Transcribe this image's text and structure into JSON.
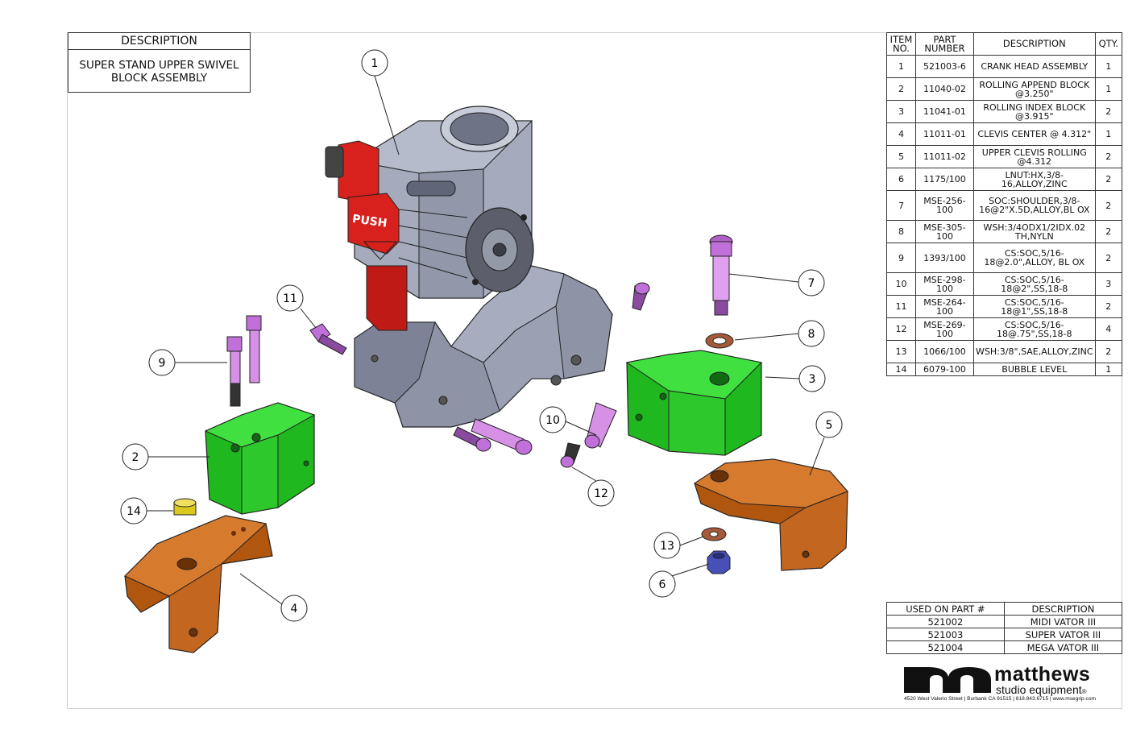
{
  "title_block": {
    "header": "DESCRIPTION",
    "line1": "SUPER STAND UPPER SWIVEL",
    "line2": "BLOCK ASSEMBLY"
  },
  "bom": {
    "headers": {
      "item": "ITEM NO.",
      "part": "PART NUMBER",
      "desc": "DESCRIPTION",
      "qty": "QTY."
    },
    "rows": [
      {
        "item": "1",
        "part": "521003-6",
        "desc": "CRANK HEAD ASSEMBLY",
        "qty": "1"
      },
      {
        "item": "2",
        "part": "11040-02",
        "desc": "ROLLING APPEND BLOCK @3.250\"",
        "qty": "1"
      },
      {
        "item": "3",
        "part": "11041-01",
        "desc": "ROLLING INDEX BLOCK @3.915\"",
        "qty": "2"
      },
      {
        "item": "4",
        "part": "11011-01",
        "desc": "CLEVIS CENTER @ 4.312\"",
        "qty": "1"
      },
      {
        "item": "5",
        "part": "11011-02",
        "desc": "UPPER CLEVIS ROLLING @4.312",
        "qty": "2"
      },
      {
        "item": "6",
        "part": "1175/100",
        "desc": "LNUT:HX,3/8-16,ALLOY,ZINC",
        "qty": "2"
      },
      {
        "item": "7",
        "part": "MSE-256-100",
        "desc": "SOC:SHOULDER,3/8-16@2\"X.5D,ALLOY,BL OX",
        "qty": "2"
      },
      {
        "item": "8",
        "part": "MSE-305-100",
        "desc": "WSH:3/4ODX1/2IDX.02 TH,NYLN",
        "qty": "2"
      },
      {
        "item": "9",
        "part": "1393/100",
        "desc": "CS:SOC,5/16-18@2.0\",ALLOY, BL OX",
        "qty": "2"
      },
      {
        "item": "10",
        "part": "MSE-298-100",
        "desc": "CS:SOC,5/16-18@2\",SS,18-8",
        "qty": "3"
      },
      {
        "item": "11",
        "part": "MSE-264-100",
        "desc": "CS:SOC,5/16-18@1\",SS,18-8",
        "qty": "2"
      },
      {
        "item": "12",
        "part": "MSE-269-100",
        "desc": "CS:SOC,5/16-18@.75\",SS,18-8",
        "qty": "4"
      },
      {
        "item": "13",
        "part": "1066/100",
        "desc": "WSH:3/8\",SAE,ALLOY,ZINC",
        "qty": "2"
      },
      {
        "item": "14",
        "part": "6079-100",
        "desc": "BUBBLE LEVEL",
        "qty": "1"
      }
    ]
  },
  "used_on": {
    "headers": {
      "part": "USED ON PART #",
      "desc": "DESCRIPTION"
    },
    "rows": [
      {
        "part": "521002",
        "desc": "MIDI VATOR III"
      },
      {
        "part": "521003",
        "desc": "SUPER VATOR III"
      },
      {
        "part": "521004",
        "desc": "MEGA VATOR III"
      }
    ]
  },
  "logo": {
    "name": "matthews",
    "sub": "studio equipment",
    "reg": "®",
    "address": "4520 West Valerio Street  |  Burbank CA 91515  |  818.843.6715  |  www.msegrip.com"
  },
  "button_label": "PUSH",
  "callouts": [
    "1",
    "2",
    "3",
    "4",
    "5",
    "6",
    "7",
    "8",
    "9",
    "10",
    "11",
    "12",
    "13",
    "14"
  ],
  "colors": {
    "frame": "#333333",
    "crank_head": "#9ea3b5",
    "red_part": "#d8201c",
    "green_part": "#2ed62e",
    "copper_part": "#c8641a",
    "screw": "#d27be2",
    "washer": "#a65a3a",
    "nut": "#4850b8",
    "bubble_level": "#e0d030"
  }
}
